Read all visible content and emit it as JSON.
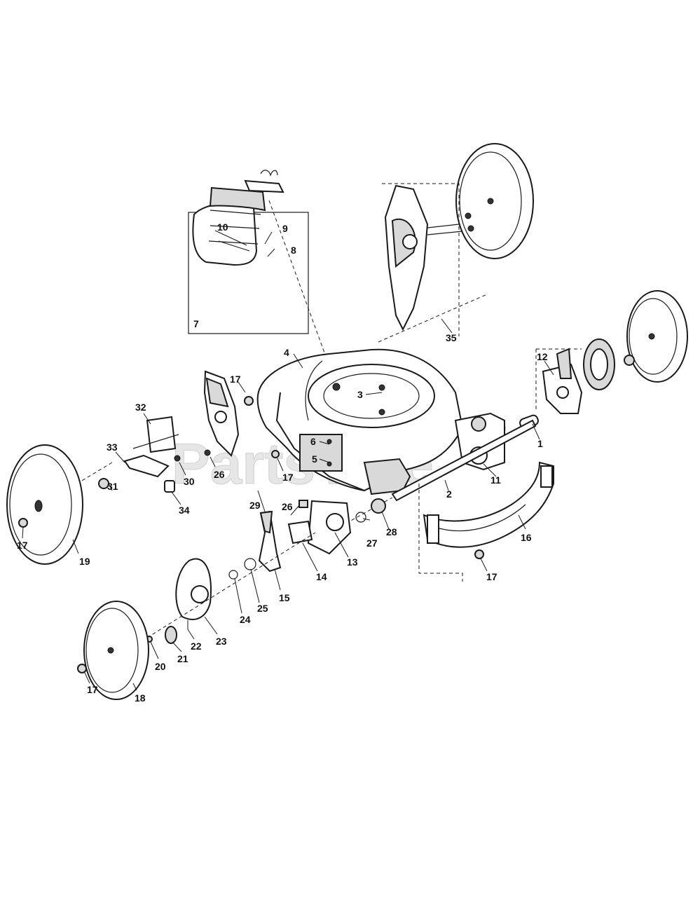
{
  "watermark": "PartsTree",
  "watermark_mark": "TM",
  "callouts": {
    "c1": "1",
    "c2": "2",
    "c3": "3",
    "c4": "4",
    "c5": "5",
    "c6": "6",
    "c7": "7",
    "c8": "8",
    "c9": "9",
    "c10": "10",
    "c11": "11",
    "c12": "12",
    "c13": "13",
    "c14": "14",
    "c15": "15",
    "c16": "16",
    "c17a": "17",
    "c17b": "17",
    "c17c": "17",
    "c17d": "17",
    "c17e": "17",
    "c18": "18",
    "c19": "19",
    "c20": "20",
    "c21": "21",
    "c22": "22",
    "c23": "23",
    "c24": "24",
    "c25": "25",
    "c26a": "26",
    "c26b": "26",
    "c27": "27",
    "c28": "28",
    "c29": "29",
    "c30": "30",
    "c31": "31",
    "c32": "32",
    "c33": "33",
    "c34": "34",
    "c35": "35"
  }
}
